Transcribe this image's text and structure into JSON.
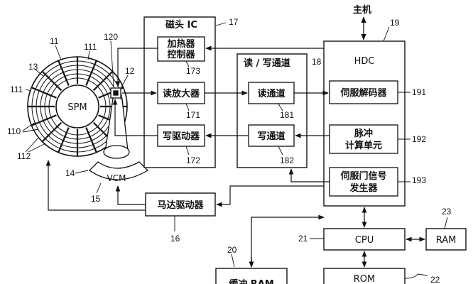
{
  "host": {
    "label": "主机"
  },
  "hdc": {
    "title": "HDC",
    "ref": "19",
    "servo_decoder": "伺服解码器",
    "servo_decoder_ref": "191",
    "pulse_calc_line1": "脉冲",
    "pulse_calc_line2": "计算单元",
    "pulse_calc_ref": "192",
    "servo_gate_line1": "伺服门信号",
    "servo_gate_line2": "发生器",
    "servo_gate_ref": "193"
  },
  "head_ic": {
    "title": "磁头 IC",
    "ref": "17",
    "heater_line1": "加热器",
    "heater_line2": "控制器",
    "heater_ref": "173",
    "read_amp": "读放大器",
    "read_amp_ref": "171",
    "write_driver": "写驱动器",
    "write_driver_ref": "172"
  },
  "rw_channel": {
    "title": "读 / 写通道",
    "ref": "18",
    "read_ch": "读通道",
    "read_ch_ref": "181",
    "write_ch": "写通道",
    "write_ch_ref": "182"
  },
  "disk": {
    "spm": "SPM",
    "vcm": "VCM",
    "refs": {
      "r11": "11",
      "r111a": "111",
      "r111b": "111",
      "r13": "13",
      "r12": "12",
      "r120": "120",
      "r110": "110",
      "r112": "112",
      "r14": "14",
      "r15": "15"
    }
  },
  "motor_driver": {
    "label": "马达驱动器",
    "ref": "16"
  },
  "cpu": {
    "label": "CPU",
    "ref": "21"
  },
  "ram": {
    "label": "RAM",
    "ref": "23"
  },
  "rom": {
    "label": "ROM",
    "ref": "22"
  },
  "buffer_ram": {
    "label": "缓冲 RAM",
    "ref": "20"
  }
}
